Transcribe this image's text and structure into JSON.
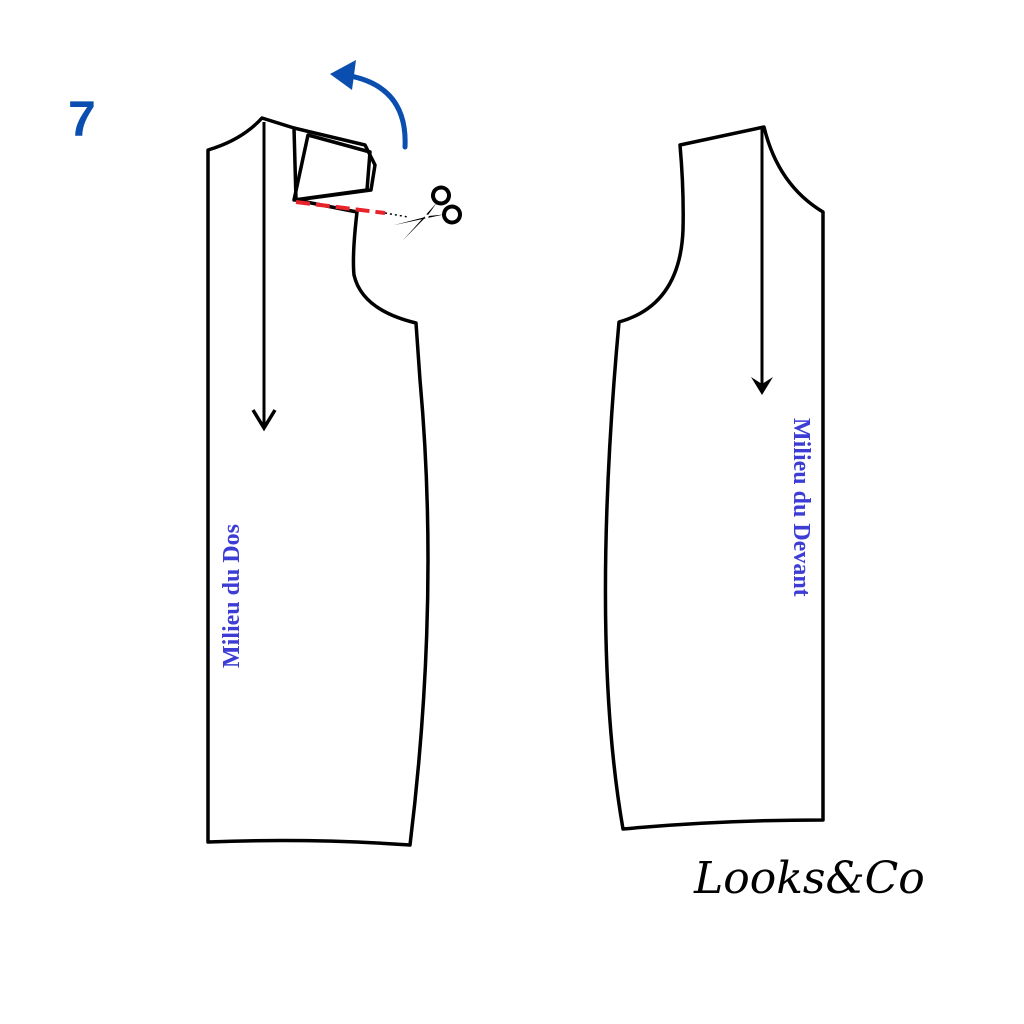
{
  "step": {
    "number": "7"
  },
  "pieces": {
    "back": {
      "label": "Milieu du Dos"
    },
    "front": {
      "label": "Milieu du Devant"
    }
  },
  "brand": {
    "logo": "Looks&Co"
  },
  "icons": {
    "rotate": "curved-arrow-icon",
    "cut": "scissors-icon",
    "grain": "grainline-arrow-icon"
  },
  "colors": {
    "outline": "#000000",
    "step_number": "#0a4fb0",
    "rotate_arrow": "#0a4fb0",
    "cut_line": "#e8232b",
    "labels": "#3d3dd6"
  }
}
